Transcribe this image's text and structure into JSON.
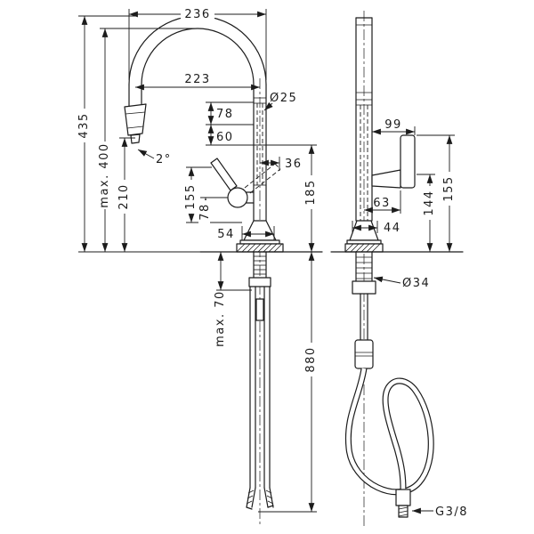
{
  "dims": {
    "d236": "236",
    "d223": "223",
    "dia25": "Ø25",
    "d435": "435",
    "max400": "max. 400",
    "d210": "210",
    "deg2": "2°",
    "d78a": "78",
    "d60": "60",
    "d36": "36",
    "d185": "185",
    "d155a": "155",
    "d78b": "78",
    "d54": "54",
    "max70": "max. 70",
    "d880": "880",
    "d99": "99",
    "d63": "63",
    "d144": "144",
    "d155b": "155",
    "d44": "44",
    "dia34": "Ø34",
    "g38": "G3/8"
  },
  "colors": {
    "line": "#1c1c1c",
    "background": "#ffffff"
  }
}
